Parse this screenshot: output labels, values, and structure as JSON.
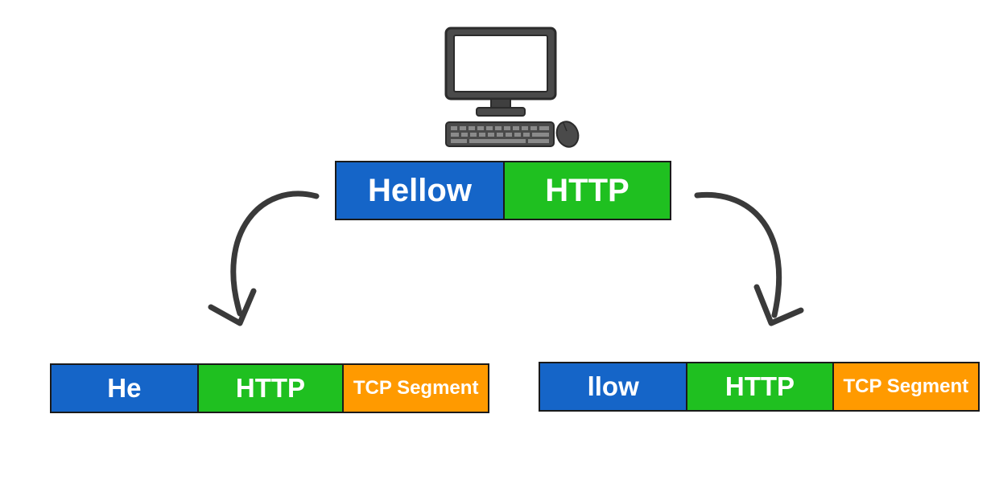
{
  "computer": {
    "icon": "desktop-computer-icon"
  },
  "top_packet": {
    "data": "Hellow",
    "header": "HTTP"
  },
  "left_packet": {
    "data": "He",
    "header": "HTTP",
    "segment": "TCP Segment"
  },
  "right_packet": {
    "data": "llow",
    "header": "HTTP",
    "segment": "TCP Segment"
  },
  "colors": {
    "data": "#1565c8",
    "http": "#1fc020",
    "tcp": "#ff9a00",
    "arrow": "#3a3a3a",
    "outline": "#1a1a1a"
  }
}
